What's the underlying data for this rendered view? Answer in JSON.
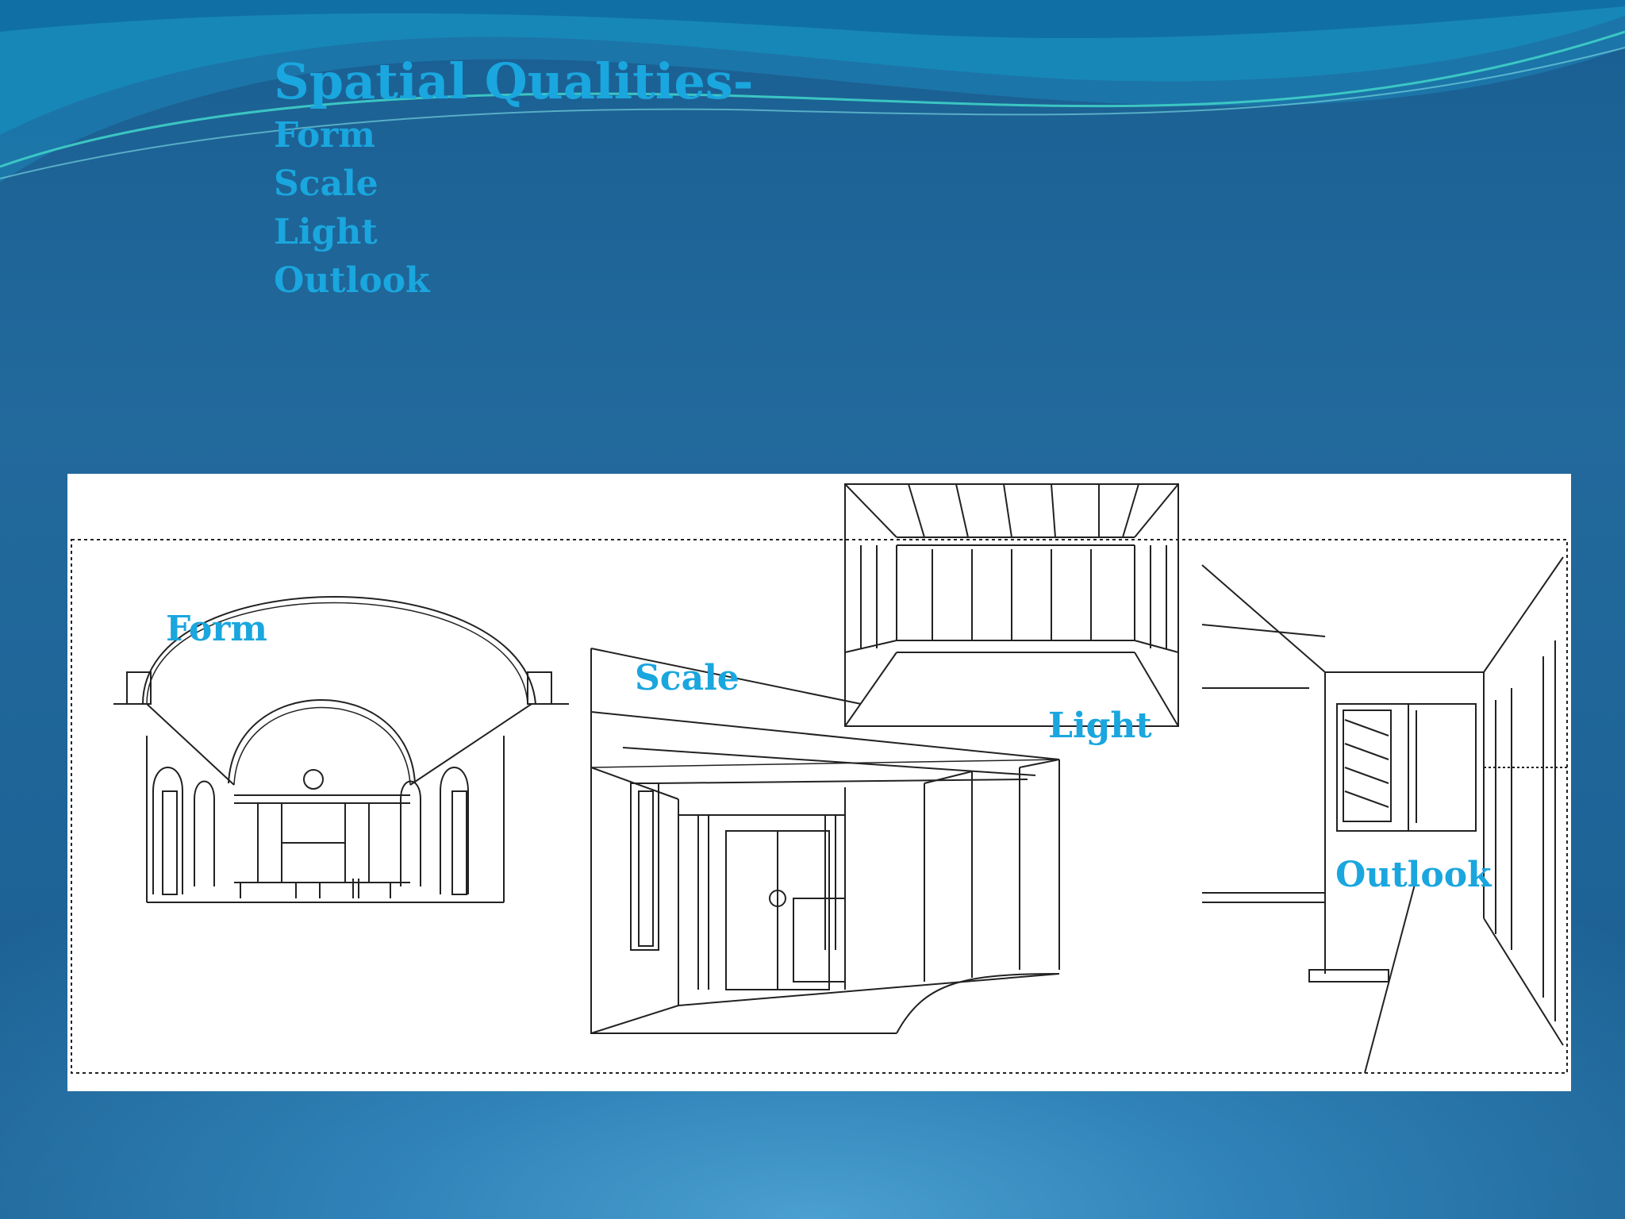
{
  "slide": {
    "title": "Spatial Qualities-",
    "bullets": [
      "Form",
      "Scale",
      "Light",
      "Outlook"
    ]
  },
  "figure": {
    "labels": {
      "form": "Form",
      "scale": "Scale",
      "light": "Light",
      "outlook": "Outlook"
    }
  },
  "colors": {
    "accent": "#1aa6de",
    "background": "#1e6497"
  }
}
